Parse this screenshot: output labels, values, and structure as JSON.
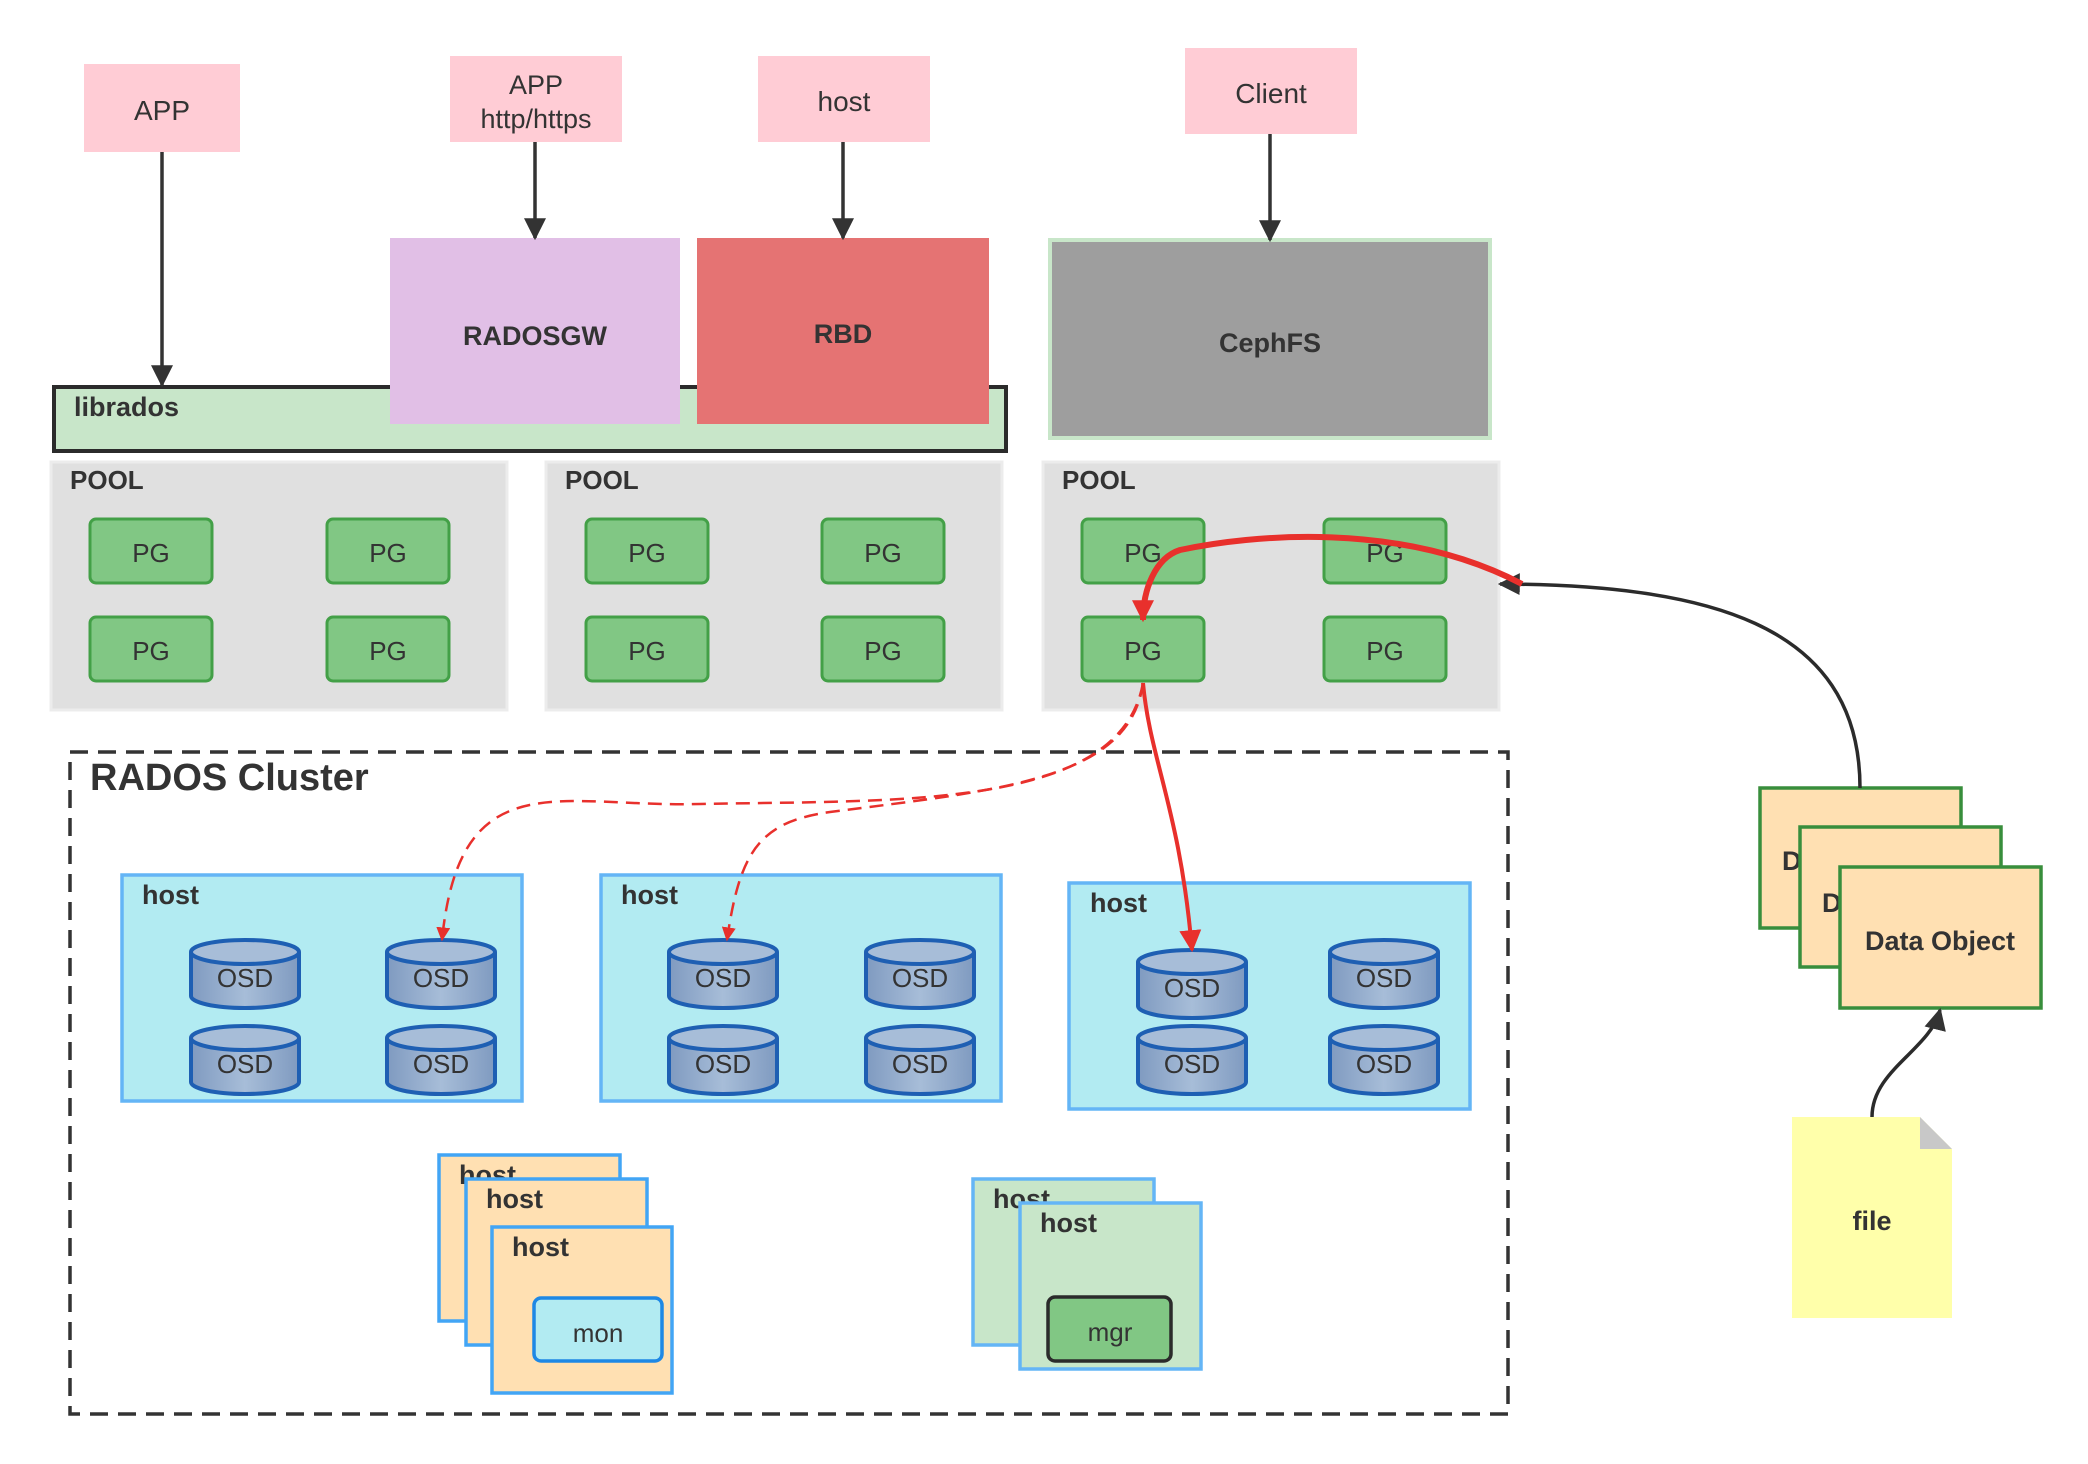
{
  "clients": {
    "app": "APP",
    "app_http_line1": "APP",
    "app_http_line2": "http/https",
    "host": "host",
    "client": "Client"
  },
  "interfaces": {
    "radosgw": "RADOSGW",
    "rbd": "RBD",
    "cephfs": "CephFS",
    "librados": "librados"
  },
  "pools": {
    "title": "POOL",
    "pg": "PG"
  },
  "cluster": {
    "title": "RADOS Cluster",
    "host": "host",
    "osd": "OSD",
    "mon": "mon",
    "mgr": "mgr"
  },
  "objects": {
    "stack_letter": "D",
    "data_object": "Data Object",
    "file": "file"
  },
  "colors": {
    "client_pink": "#ffccd5",
    "radosgw_purple": "#e1bfe6",
    "rbd_red": "#e57373",
    "cephfs_gray": "#9e9e9e",
    "librados_green": "#c8e6c9",
    "pool_gray": "#e0e0e0",
    "pg_green": "#81c784",
    "host_cyan": "#b2ebf2",
    "osd_blue": "#8fa9c9",
    "mon_host_orange": "#ffe0b2",
    "mgr_host_green": "#c8e6c9",
    "file_yellow": "#ffffaa",
    "mapping_red": "#e8302c"
  }
}
